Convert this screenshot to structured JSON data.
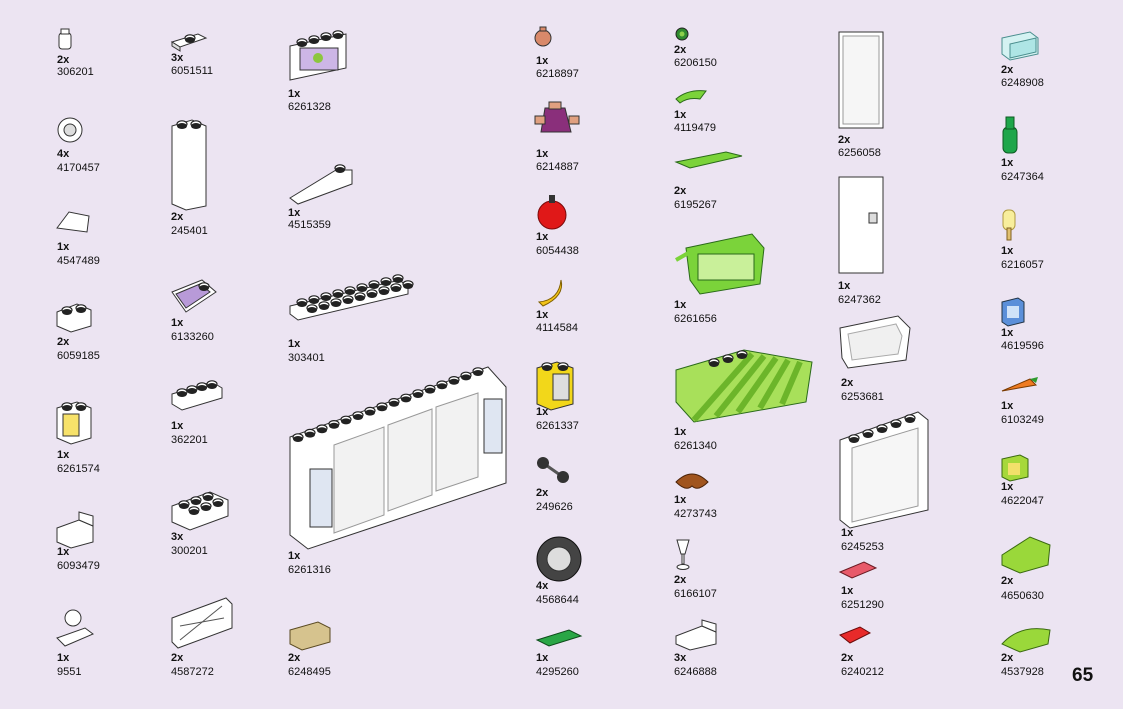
{
  "page_number": "65",
  "parts": [
    {
      "qty": "2x",
      "id": "306201",
      "icon": "round-brick-1x1"
    },
    {
      "qty": "3x",
      "id": "6051511",
      "icon": "plate-1x2-jumper"
    },
    {
      "qty": "1x",
      "id": "6261328",
      "icon": "printed-panel"
    },
    {
      "qty": "1x",
      "id": "6218897",
      "icon": "minifig-head"
    },
    {
      "qty": "2x",
      "id": "6206150",
      "icon": "green-flower"
    },
    {
      "qty": "2x",
      "id": "6256058",
      "icon": "glass-pane"
    },
    {
      "qty": "2x",
      "id": "6248908",
      "icon": "trans-panel"
    },
    {
      "qty": "4x",
      "id": "4170457",
      "icon": "wheel-hub"
    },
    {
      "qty": "2x",
      "id": "245401",
      "icon": "tall-brick"
    },
    {
      "qty": "1x",
      "id": "4515359",
      "icon": "slope-wedge"
    },
    {
      "qty": "1x",
      "id": "6214887",
      "icon": "minifig-torso"
    },
    {
      "qty": "1x",
      "id": "4119479",
      "icon": "green-leaf-stem"
    },
    {
      "qty": "1x",
      "id": "6247364",
      "icon": "green-bottle"
    },
    {
      "qty": "1x",
      "id": "4547489",
      "icon": "small-slope"
    },
    {
      "qty": "1x",
      "id": "6054438",
      "icon": "red-apple"
    },
    {
      "qty": "2x",
      "id": "6195267",
      "icon": "green-tile"
    },
    {
      "qty": "1x",
      "id": "6247362",
      "icon": "door"
    },
    {
      "qty": "1x",
      "id": "6216057",
      "icon": "ice-cream"
    },
    {
      "qty": "1x",
      "id": "6133260",
      "icon": "cash-register-slope"
    },
    {
      "qty": "1x",
      "id": "303401",
      "icon": "plate-2x10"
    },
    {
      "qty": "1x",
      "id": "4114584",
      "icon": "banana"
    },
    {
      "qty": "1x",
      "id": "6261656",
      "icon": "shopping-basket"
    },
    {
      "qty": "2x",
      "id": "6059185",
      "icon": "brick-with-curve"
    },
    {
      "qty": "1x",
      "id": "362201",
      "icon": "brick-1x4"
    },
    {
      "qty": "1x",
      "id": "4619596",
      "icon": "blue-printed-tile"
    },
    {
      "qty": "2x",
      "id": "6253681",
      "icon": "windscreen"
    },
    {
      "qty": "1x",
      "id": "6103249",
      "icon": "carrot"
    },
    {
      "qty": "1x",
      "id": "6261574",
      "icon": "printed-brick"
    },
    {
      "qty": "1x",
      "id": "6261337",
      "icon": "yellow-printed-brick"
    },
    {
      "qty": "1x",
      "id": "6261340",
      "icon": "green-striped-roof"
    },
    {
      "qty": "3x",
      "id": "300201",
      "icon": "brick-2x3"
    },
    {
      "qty": "2x",
      "id": "249626",
      "icon": "axle-wheels"
    },
    {
      "qty": "1x",
      "id": "4273743",
      "icon": "croissant"
    },
    {
      "qty": "1x",
      "id": "4622047",
      "icon": "lime-printed-tile"
    },
    {
      "qty": "1x",
      "id": "6093479",
      "icon": "chair"
    },
    {
      "qty": "1x",
      "id": "6261316",
      "icon": "large-wall-panel"
    },
    {
      "qty": "1x",
      "id": "6245253",
      "icon": "tall-window-panel"
    },
    {
      "qty": "2x",
      "id": "4650630",
      "icon": "lime-slope"
    },
    {
      "qty": "4x",
      "id": "4568644",
      "icon": "tire"
    },
    {
      "qty": "2x",
      "id": "6166107",
      "icon": "goblet"
    },
    {
      "qty": "1x",
      "id": "6251290",
      "icon": "red-tile"
    },
    {
      "qty": "1x",
      "id": "9551",
      "icon": "minifig-stand"
    },
    {
      "qty": "2x",
      "id": "4587272",
      "icon": "fence-panel"
    },
    {
      "qty": "2x",
      "id": "6248495",
      "icon": "tan-container"
    },
    {
      "qty": "1x",
      "id": "4295260",
      "icon": "green-plate-2x4"
    },
    {
      "qty": "3x",
      "id": "6246888",
      "icon": "white-bracket"
    },
    {
      "qty": "2x",
      "id": "6240212",
      "icon": "red-plate-2x2"
    },
    {
      "qty": "2x",
      "id": "4537928",
      "icon": "lime-curved-slope"
    }
  ]
}
